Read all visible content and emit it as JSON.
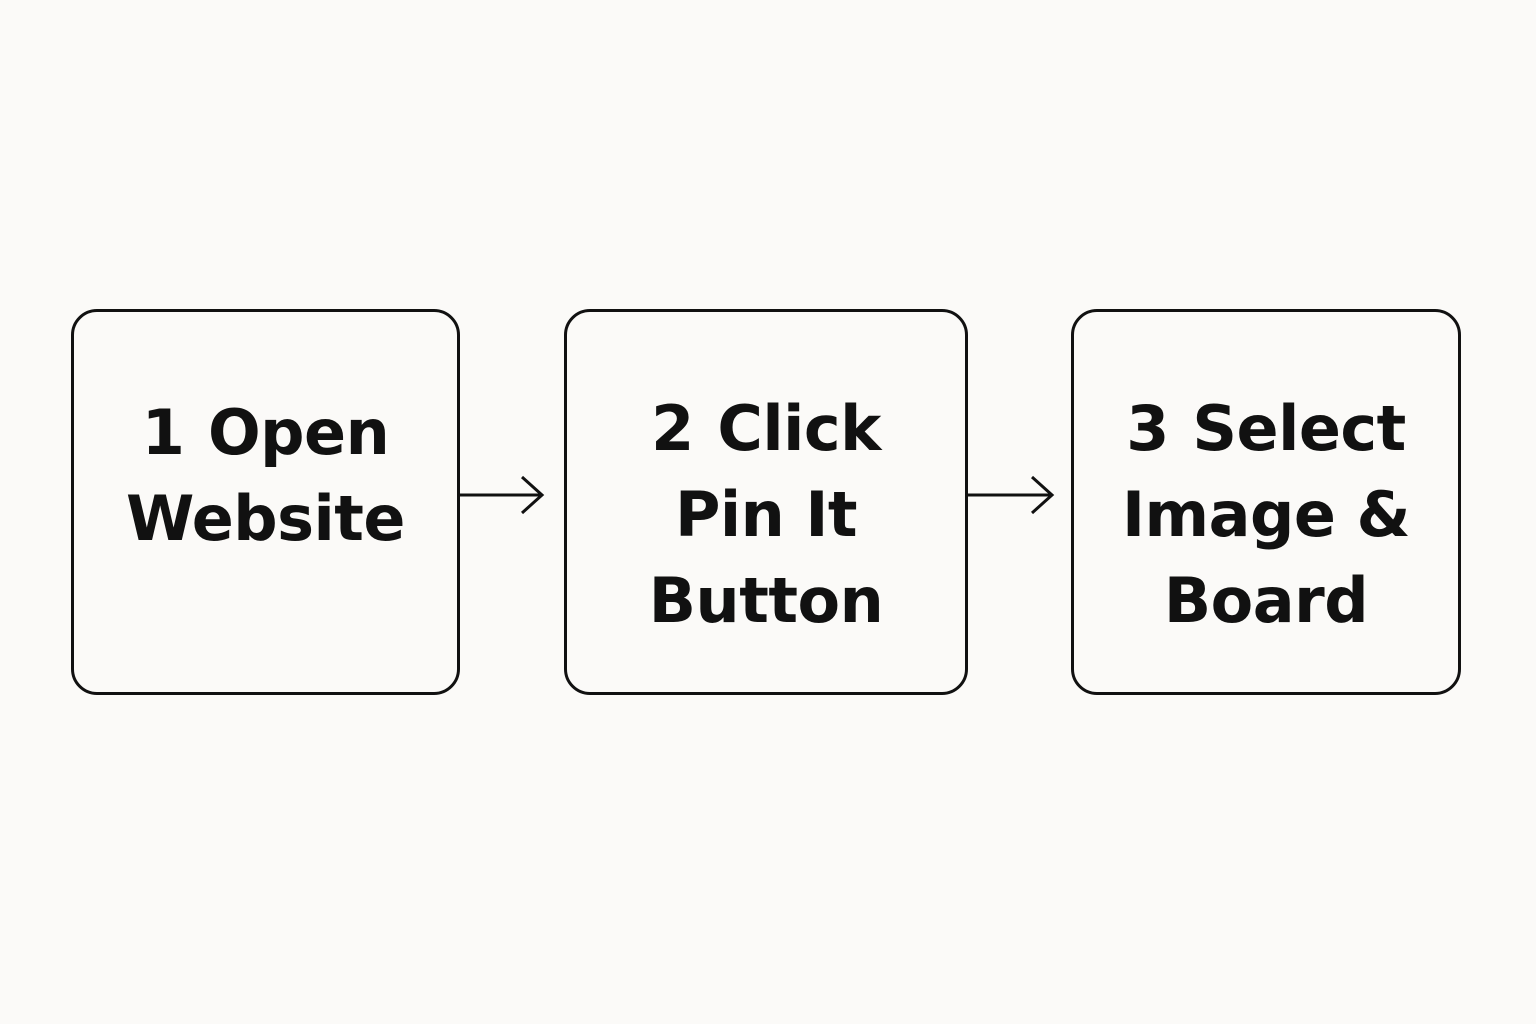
{
  "steps": [
    {
      "number": "1",
      "lines": [
        "Open",
        "Website"
      ]
    },
    {
      "number": "2",
      "lines": [
        "Click",
        "Pin It",
        "Button"
      ]
    },
    {
      "number": "3",
      "lines": [
        "Select",
        "Image &",
        "Board"
      ]
    }
  ],
  "colors": {
    "background": "#fbfaf8",
    "stroke": "#111111",
    "text": "#111111"
  },
  "icons": {
    "connector": "arrow-right-icon"
  }
}
